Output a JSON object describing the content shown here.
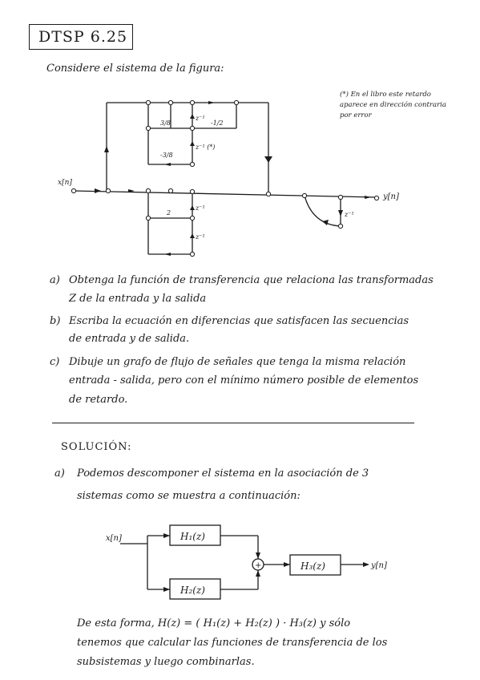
{
  "header": {
    "title": "DTSP 6.25"
  },
  "intro": "Considere el sistema de la figura:",
  "note": "(*) En el libro este retardo aparece en dirección contraria por error",
  "figure1": {
    "input_label": "x[n]",
    "output_label": "y[n]",
    "coef_top_left": "3/8",
    "coef_top_delay1": "z⁻¹",
    "coef_top_right": "-1/2",
    "coef_loop_mid": "-3/8",
    "coef_loop_delay": "z⁻¹ (*)",
    "coef_bottom": "2",
    "coef_bottom_delay1": "z⁻¹",
    "coef_bottom_delay2": "z⁻¹",
    "coef_output_delay": "z⁻¹"
  },
  "questions": [
    {
      "letter": "a)",
      "line1": "Obtenga la función de transferencia que relaciona las transformadas",
      "line2": "Z de la entrada y la salida"
    },
    {
      "letter": "b)",
      "line1": "Escriba la ecuación en diferencias que satisfacen las secuencias",
      "line2": "de entrada y de salida."
    },
    {
      "letter": "c)",
      "line1": "Dibuje un grafo de flujo de señales que tenga la misma relación",
      "line2": "entrada - salida, pero con el mínimo número posible de elementos",
      "line3": "de retardo."
    }
  ],
  "solution": {
    "heading": "SOLUCIÓN:",
    "a_letter": "a)",
    "a_line1": "Podemos descomponer el sistema en la asociación de 3",
    "a_line2": "sistemas como se muestra a continuación:",
    "block_input": "x[n]",
    "block_h1": "H₁(z)",
    "block_h2": "H₂(z)",
    "block_h3": "H₃(z)",
    "block_output": "y[n]",
    "adder": "+",
    "formula_line1": "De esta forma,  H(z) = ( H₁(z) + H₂(z) ) · H₃(z)  y sólo",
    "formula_line2": "tenemos que calcular las funciones de transferencia de los",
    "formula_line3": "subsistemas y luego combinarlas."
  }
}
